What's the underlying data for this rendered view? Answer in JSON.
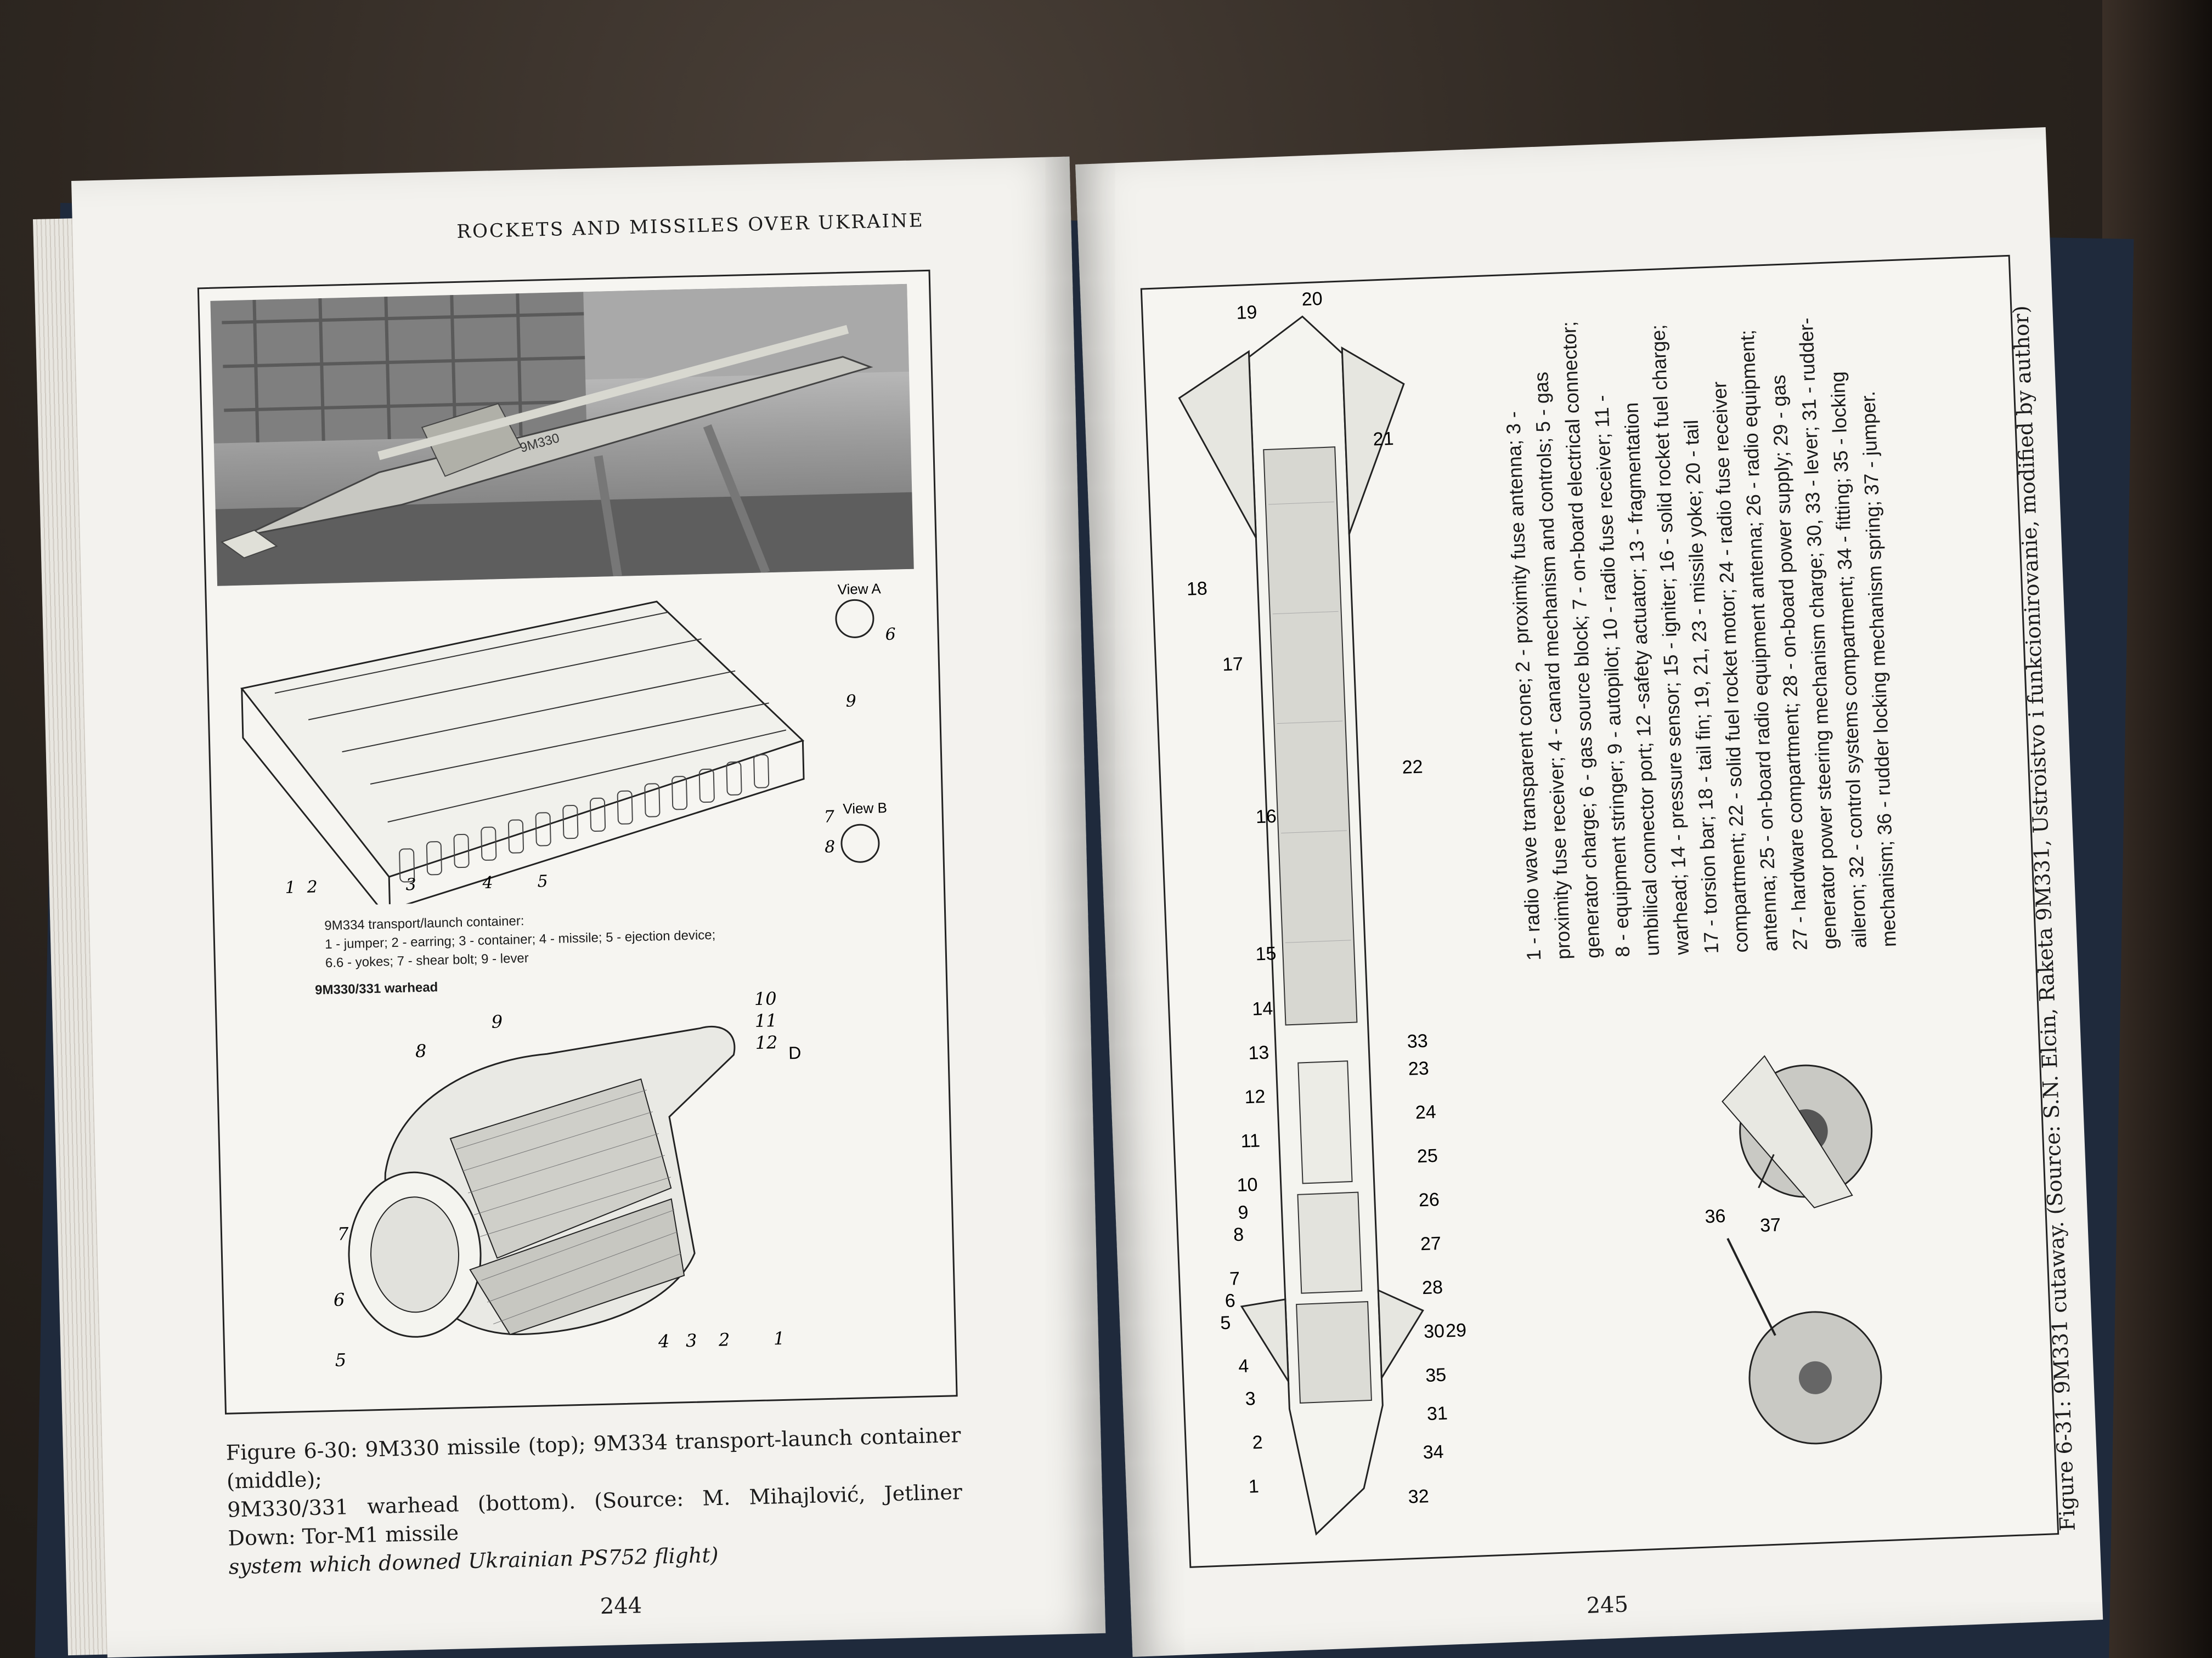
{
  "left_page": {
    "running_head": "ROCKETS AND MISSILES OVER UKRAINE",
    "container_title": "9M334 transport/launch container:",
    "container_legend_1": "1 - jumper; 2 - earring; 3 - container; 4 - missile; 5 - ejection device;",
    "container_legend_2": "6.6 - yokes; 7 - shear bolt; 9 - lever",
    "view_a": "View A",
    "view_b": "View B",
    "warhead_title": "9M330/331 warhead",
    "photo_marking": "9M330",
    "caption_line1": "Figure 6-30: 9M330 missile (top); 9M334 transport-launch container (middle);",
    "caption_line2": "9M330/331 warhead (bottom). (Source: M. Mihajlović, Jetliner Down: Tor-M1 missile",
    "caption_line3": "system which downed Ukrainian PS752 flight)",
    "page_number": "244"
  },
  "right_page": {
    "legend_lines": [
      "1 - radio wave transparent cone; 2 - proximity fuse antenna; 3 -",
      "proximity fuse receiver; 4 - canard mechanism and controls; 5 - gas",
      "generator charge; 6 - gas source block; 7 - on-board electrical connector;",
      "8 - equipment stringer; 9 - autopilot; 10 - radio fuse receiver; 11 -",
      "umbilical connector port; 12 -safety actuator; 13 - fragmentation",
      "warhead; 14 - pressure sensor; 15 - igniter; 16 - solid rocket fuel charge;",
      "17 - torsion bar; 18 - tail fin; 19, 21, 23 - missile yoke; 20 - tail",
      "compartment; 22 - solid fuel rocket motor; 24 - radio fuse receiver",
      "antenna; 25 - on-board radio equipment antenna; 26 - radio equipment;",
      "27 - hardware compartment; 28 - on-board power supply; 29 - gas",
      "generator power steering mechanism charge; 30, 33 - lever; 31 - rudder-",
      "aileron; 32 - control systems compartment; 34 - fitting; 35 - locking",
      "mechanism; 36 - rudder locking mechanism spring; 37 - jumper."
    ],
    "caption": "Figure 6-31: 9M331 cutaway. (Source: S.N. Elcin, Raketa 9M331, Ustroistvo i funkcionirovanie, modified by author)",
    "page_number": "245"
  },
  "diagram_labels": {
    "missile_left": [
      "1",
      "2",
      "3",
      "4",
      "5",
      "6",
      "7",
      "8",
      "9",
      "10",
      "11",
      "12",
      "13",
      "14",
      "15",
      "16",
      "17",
      "18",
      "19"
    ],
    "missile_right": [
      "20",
      "21",
      "22",
      "33",
      "23",
      "24",
      "25",
      "26",
      "27",
      "28",
      "30",
      "29",
      "35",
      "31",
      "34",
      "32"
    ],
    "container": [
      "1",
      "2",
      "3",
      "4",
      "5",
      "6",
      "7",
      "8",
      "9"
    ],
    "warhead": [
      "1",
      "2",
      "3",
      "4",
      "5",
      "6",
      "7",
      "8",
      "9",
      "10",
      "11",
      "12",
      "D"
    ],
    "details": [
      "36",
      "37"
    ]
  }
}
